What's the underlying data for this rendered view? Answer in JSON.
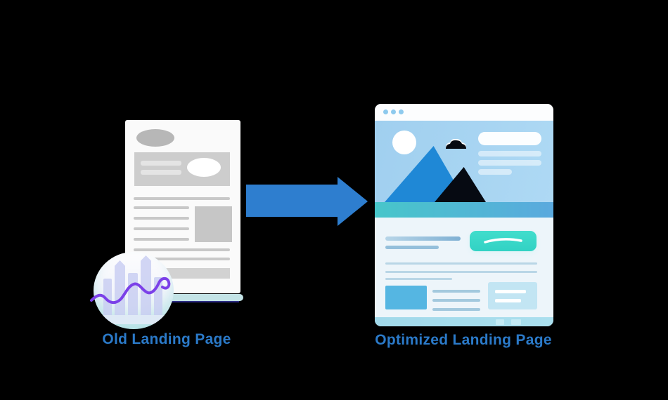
{
  "scene": {
    "background_color": "#000000",
    "before": {
      "label": "Old Landing Page",
      "badge_icon": "analytics-chart-badge"
    },
    "after": {
      "label": "Optimized Landing Page"
    },
    "arrow_icon": "arrow-right",
    "colors": {
      "caption_text": "#2b7ac9",
      "arrow": "#2e7ecf",
      "hero_sky": "#a5d3f1",
      "band_teal": "#47c6ca",
      "band_blue": "#5aa9de",
      "cta_button": "#38d7c8",
      "mountain_blue": "#1f88d6",
      "mountain_dark": "#060a12",
      "squiggle_purple": "#7b40e8",
      "doc_gray": "#cdcdcd",
      "browser_dots": "#8ecaee"
    }
  }
}
